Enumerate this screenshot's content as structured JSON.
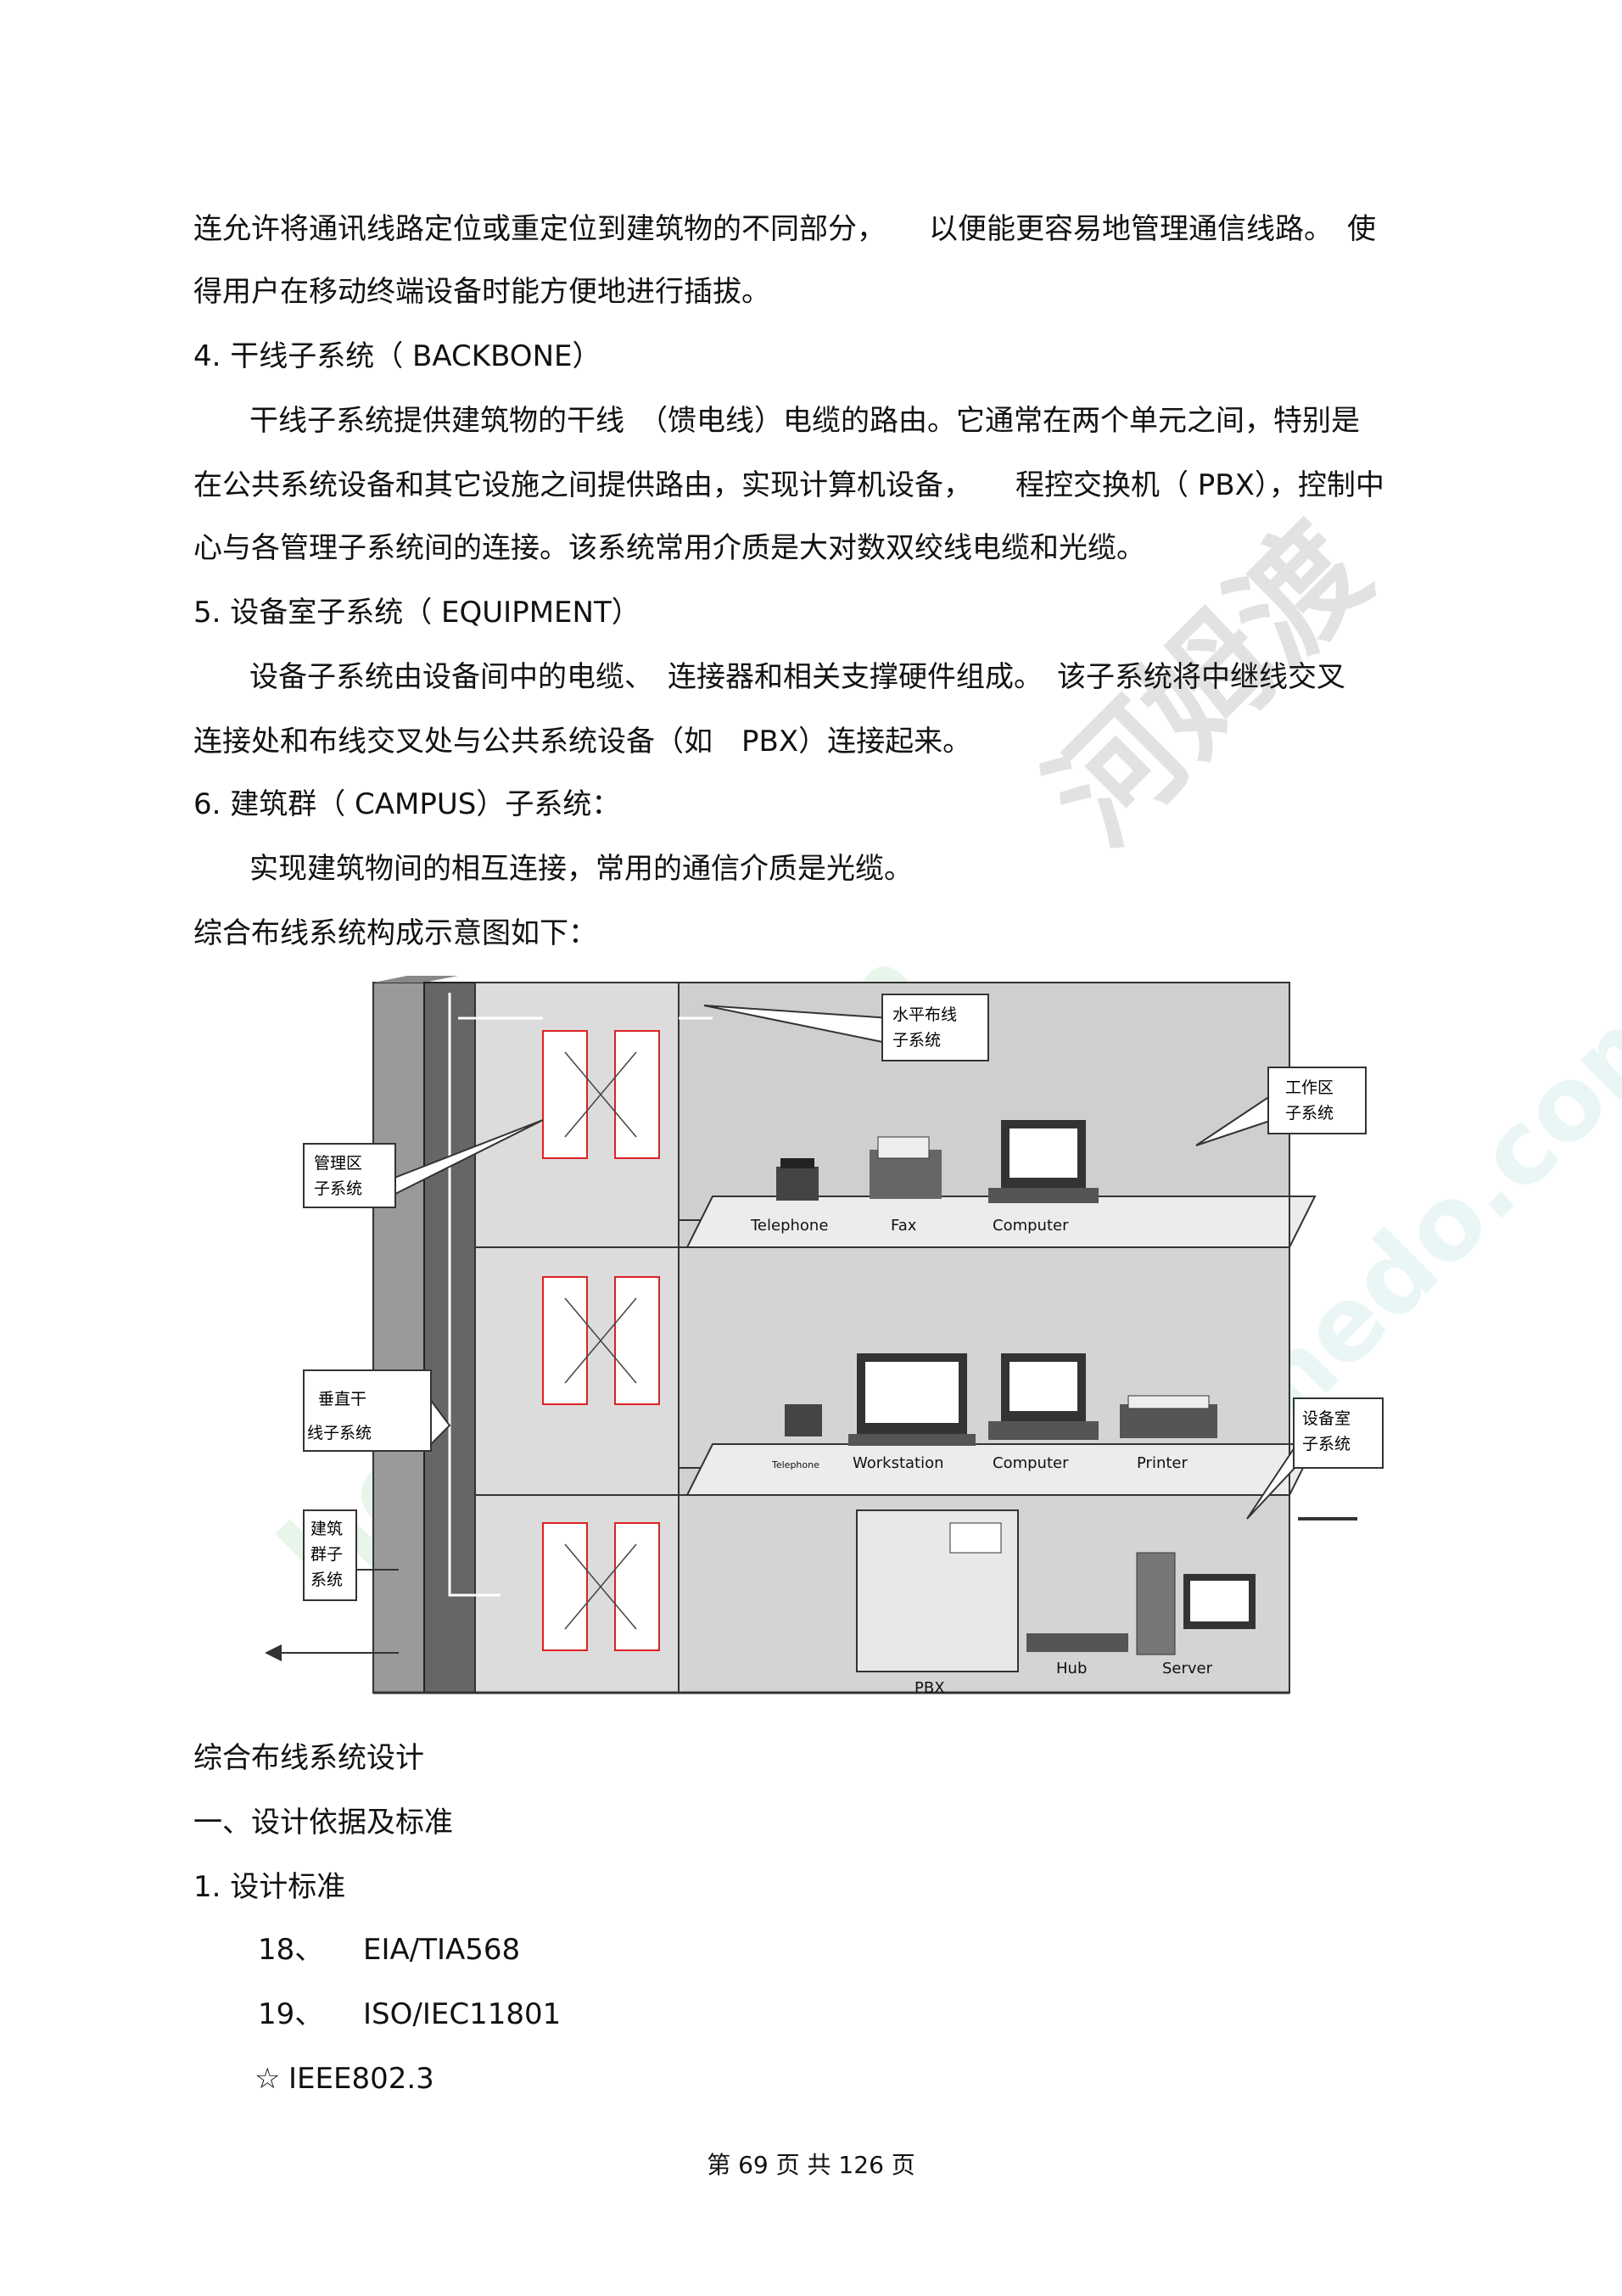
{
  "paragraphs": [
    "连允许将通讯线路定位或重定位到建筑物的不同部分，　　以便能更容易地管理通信线路。　使",
    "得用户在移动终端设备时能方便地进行插拔。",
    "4. 干线子系统（ BACKBONE）",
    "干线子系统提供建筑物的干线　（馈电线）电缆的路由。它通常在两个单元之间，特别是",
    "在公共系统设备和其它设施之间提供路由，实现计算机设备，　　程控交换机（ PBX），控制中",
    "心与各管理子系统间的连接。该系统常用介质是大对数双绞线电缆和光缆。",
    "5. 设备室子系统（ EQUIPMENT）",
    "设备子系统由设备间中的电缆、　连接器和相关支撑硬件组成。　该子系统将中继线交叉",
    "连接处和布线交叉处与公共系统设备（如　PBX）连接起来。",
    "6. 建筑群（ CAMPUS）子系统：",
    "实现建筑物间的相互连接，常用的通信介质是光缆。",
    "综合布线系统构成示意图如下："
  ],
  "diagram": {
    "callouts": {
      "horizontal": [
        "水平布线",
        "子系统"
      ],
      "workarea": [
        "工作区",
        "子系统"
      ],
      "admin": [
        "管理区",
        "子系统"
      ],
      "backbone": [
        "垂直干",
        "线子系统"
      ],
      "equipment": [
        "设备室",
        "子系统"
      ],
      "campus": [
        "建筑",
        "群子",
        "系统"
      ]
    },
    "devices": {
      "telephone1": "Telephone",
      "fax": "Fax",
      "computer1": "Computer",
      "telephone2": "Telephone",
      "workstation": "Workstation",
      "computer2": "Computer",
      "printer": "Printer",
      "pbx": "PBX",
      "hub": "Hub",
      "server": "Server"
    }
  },
  "section": {
    "title": "综合布线系统设计",
    "sub1": "一、设计依据及标准",
    "sub2": "1. 设计标准",
    "items": [
      {
        "num": "18、",
        "text": "EIA/TIA568"
      },
      {
        "num": "19、",
        "text": "ISO/IEC11801"
      },
      {
        "num": "☆",
        "text": "IEEE802.3"
      }
    ]
  },
  "footer": "第 69 页 共 126 页",
  "watermark": {
    "text1": "河姆渡",
    "text2": "homedo.com",
    "color": "#b8ddc0"
  }
}
